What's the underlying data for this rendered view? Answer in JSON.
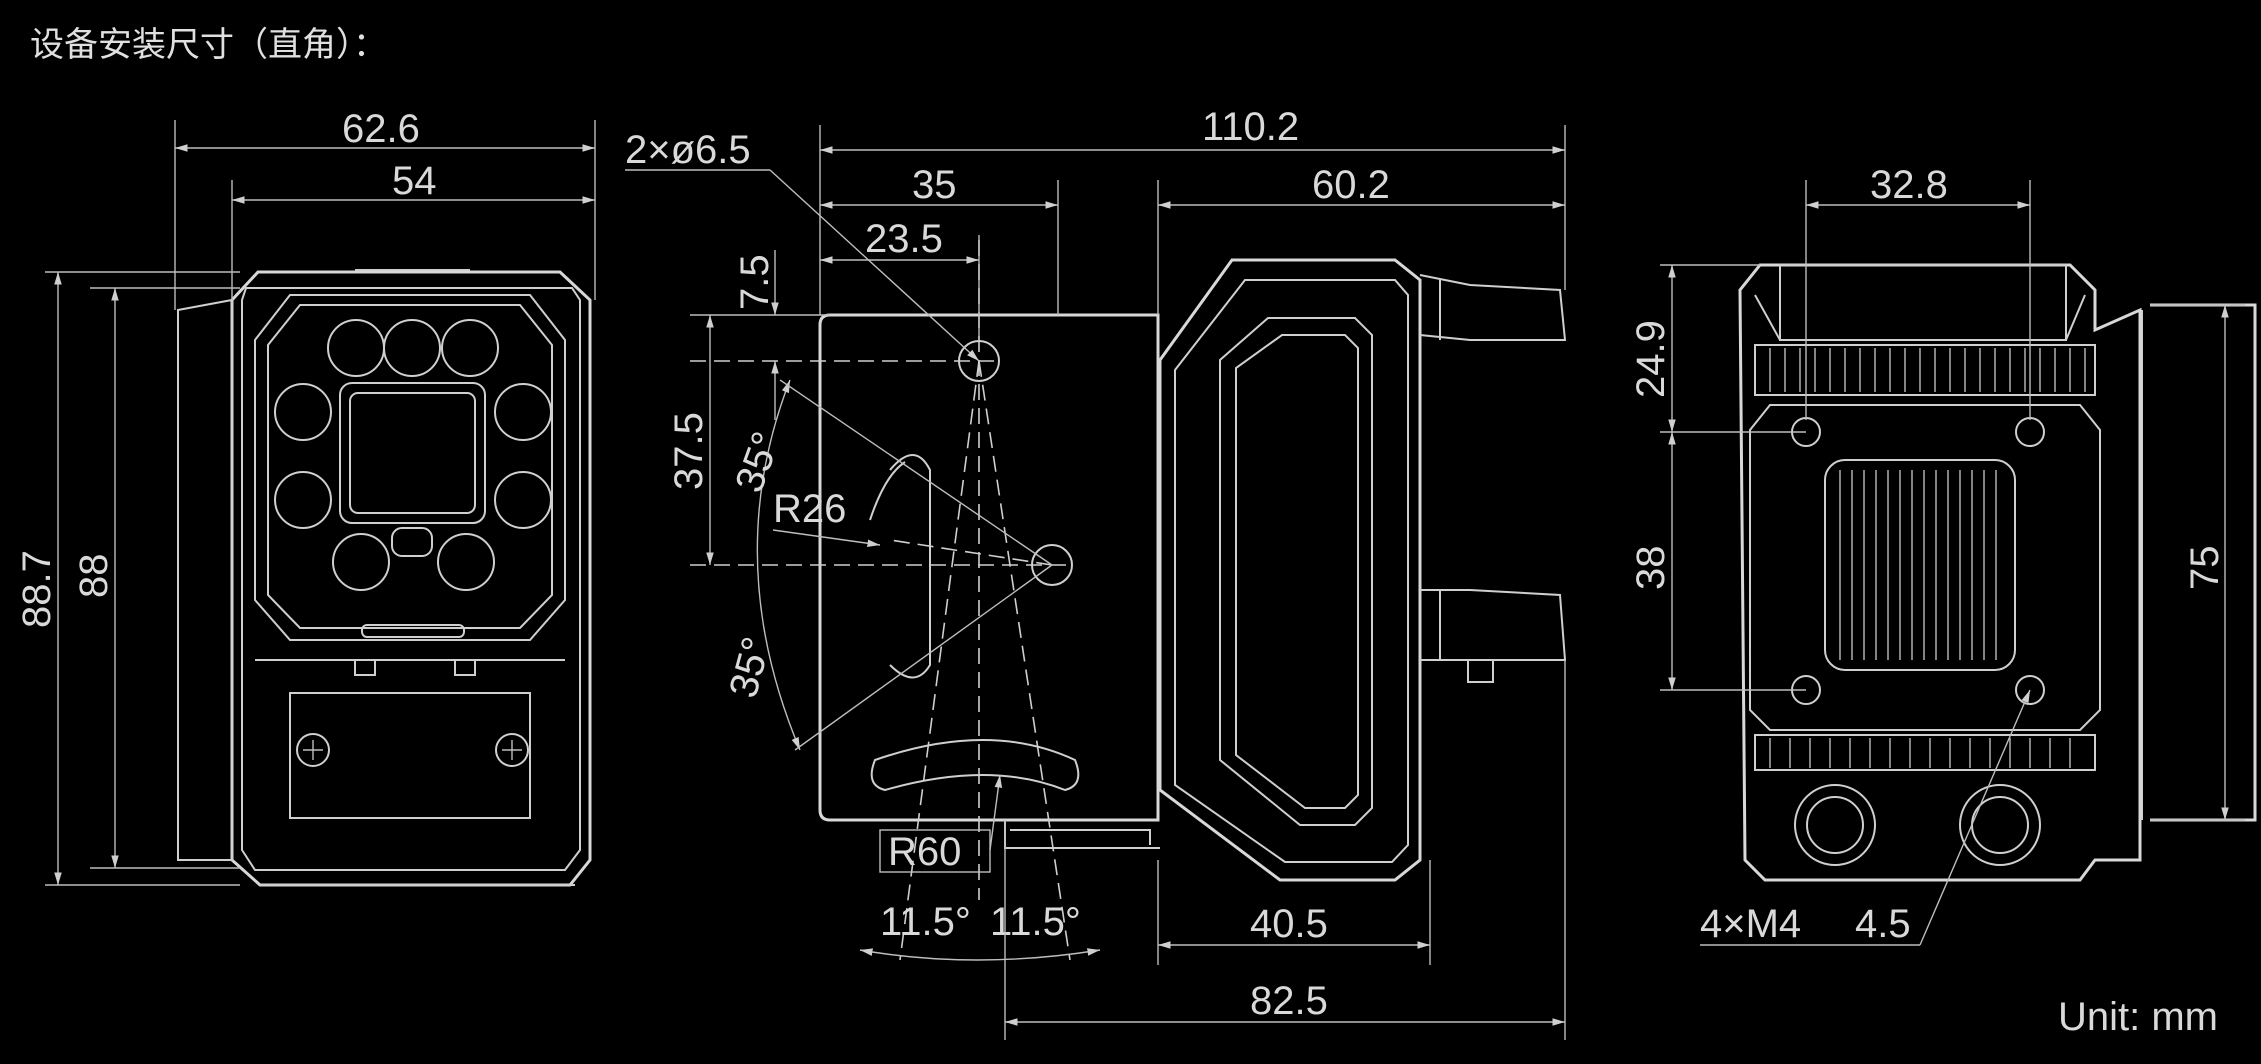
{
  "header": {
    "title": "设备安装尺寸（直角）："
  },
  "units": "Unit: mm",
  "front_view": {
    "width_outer": "62.6",
    "width_inner": "54",
    "height_outer": "88.7",
    "height_inner": "88"
  },
  "side_view": {
    "total_length": "110.2",
    "hole_spec": "2×ø6.5",
    "len_35": "35",
    "len_23_5": "23.5",
    "len_60_2": "60.2",
    "len_7_5": "7.5",
    "len_37_5": "37.5",
    "angle_upper": "35°",
    "angle_lower": "35°",
    "radius_26": "R26",
    "radius_60": "R60",
    "angle_left": "11.5°",
    "angle_right": "11.5°",
    "len_40_5": "40.5",
    "len_82_5": "82.5"
  },
  "rear_view": {
    "hole_spacing_w": "32.8",
    "offset_24_9": "24.9",
    "hole_spacing_h": "38",
    "height_75": "75",
    "thread_spec": "4×M4",
    "thread_depth": "4.5"
  }
}
